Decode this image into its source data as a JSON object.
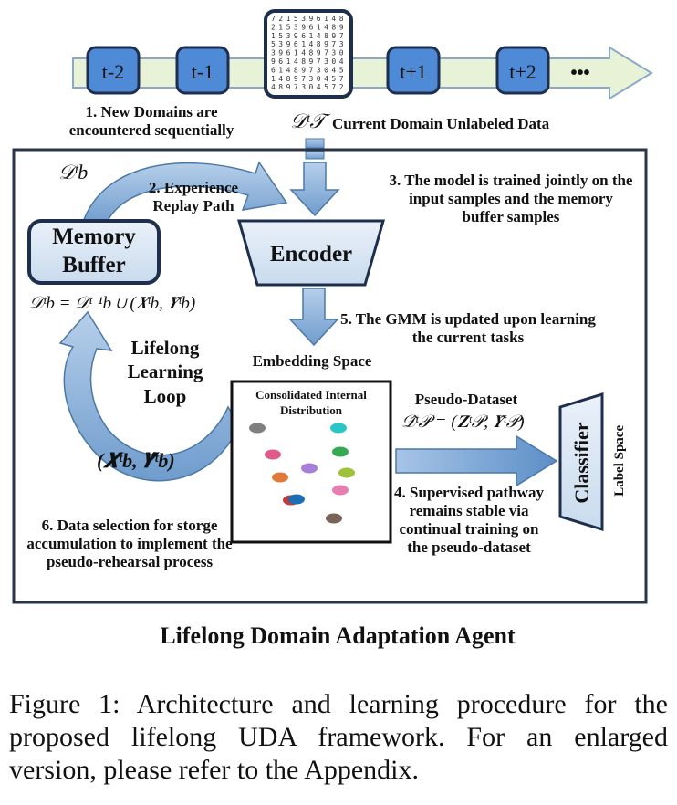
{
  "timeline": {
    "steps": [
      "t-2",
      "t-1",
      "t+1",
      "t+2"
    ],
    "ellipsis": "•••"
  },
  "labels": {
    "step1": "1. New Domains are encountered sequentially",
    "current_domain_symbol": "𝒟ᵗ𝒯",
    "current_domain": "Current Domain Unlabeled Data",
    "buffer_symbol": "𝒟ᵗb",
    "step2": "2. Experience Replay Path",
    "step3": "3. The model is trained jointly on the input samples and the memory buffer samples",
    "memory_buffer": "Memory Buffer",
    "encoder": "Encoder",
    "buffer_update": "𝒟ᵗb = 𝒟ᵗ⁻¹b ∪ (𝑿ᵗb, 𝒀̂ᵗb)",
    "loop": "Lifelong Learning Loop",
    "step5": "5. The GMM is updated upon learning the current tasks",
    "embedding_space": "Embedding Space",
    "distribution": "Consolidated Internal Distribution",
    "pseudo_dataset": "Pseudo-Dataset",
    "pseudo_formula": "𝒟̂ᵗ𝒫 = (𝐙ᵗ𝒫, 𝒀̂ᵗ𝒫)",
    "selected_samples": "(𝑿ᵗb, 𝒀̂ᵗb)",
    "classifier": "Classifier",
    "label_space": "Label Space",
    "step6": "6. Data selection for storge accumulation to implement the pseudo-rehearsal process",
    "step4": "4. Supervised pathway remains stable via continual training on the pseudo-dataset",
    "agent_title": "Lifelong Domain Adaptation Agent"
  },
  "caption": "Figure 1: Architecture and learning procedure for the proposed lifelong UDA framework. For an enlarged version, please refer to the Appendix.",
  "colors": {
    "box_fill": "#dde8f3",
    "arrow_fill": "#8fb4dd",
    "timeline_fill": "#e8f2d6",
    "cluster_colors": [
      "#7f7f7f",
      "#2ac6c6",
      "#e05a8a",
      "#39a853",
      "#a77fd9",
      "#e07a3a",
      "#9fc23b",
      "#c13a3a",
      "#e57fb2",
      "#7a6358",
      "#1a6fb5"
    ]
  }
}
